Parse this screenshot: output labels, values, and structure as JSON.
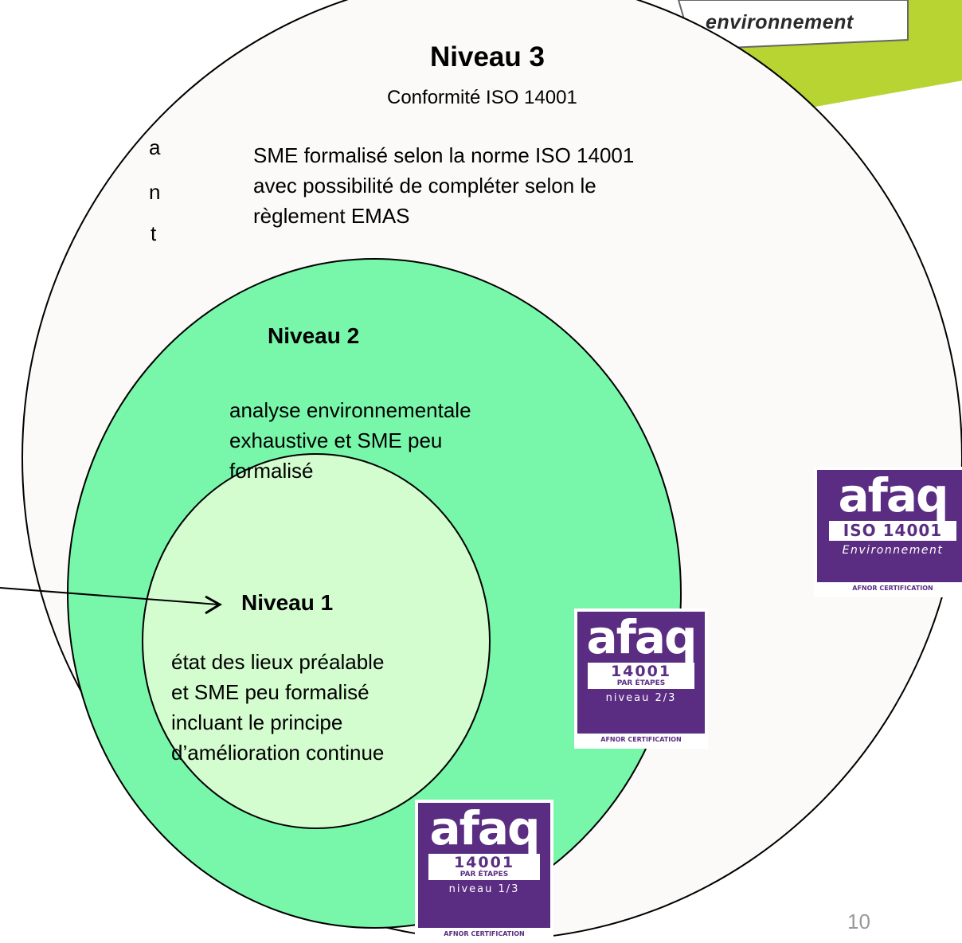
{
  "left_fragments": [
    "a",
    "n",
    "t"
  ],
  "env_logo_text": "environnement",
  "niveau3": {
    "title": "Niveau 3",
    "subtitle": "Conformité ISO 14001",
    "lines": [
      "SME formalisé selon la norme ISO 14001",
      "avec possibilité de compléter selon le",
      "règlement EMAS"
    ]
  },
  "niveau2": {
    "title": "Niveau 2",
    "lines": [
      "analyse environnementale",
      "exhaustive et SME peu",
      "formalisé"
    ]
  },
  "niveau1": {
    "title": "Niveau 1",
    "lines": [
      "état des lieux préalable",
      "et SME peu formalisé",
      "incluant le principe",
      "d’amélioration continue"
    ]
  },
  "badge_iso": {
    "logo": "afaq",
    "number": "ISO 14001",
    "env": "Environnement",
    "afnor": "AFNOR CERTIFICATION"
  },
  "badge_n2": {
    "logo": "afaq",
    "number": "14001",
    "sub": "PAR ÉTAPES",
    "level": "niveau 2/3",
    "afnor": "AFNOR CERTIFICATION"
  },
  "badge_n1": {
    "logo": "afaq",
    "number": "14001",
    "sub": "PAR ÉTAPES",
    "level": "niveau 1/3",
    "afnor": "AFNOR CERTIFICATION"
  },
  "page_number": "10",
  "colors": {
    "outer_fill": "#fbfaf8",
    "mid_fill": "#78f7ab",
    "inner_fill": "#d3fccf",
    "afaq_purple": "#5a2d82",
    "env_logo_green": "#b8d432"
  }
}
